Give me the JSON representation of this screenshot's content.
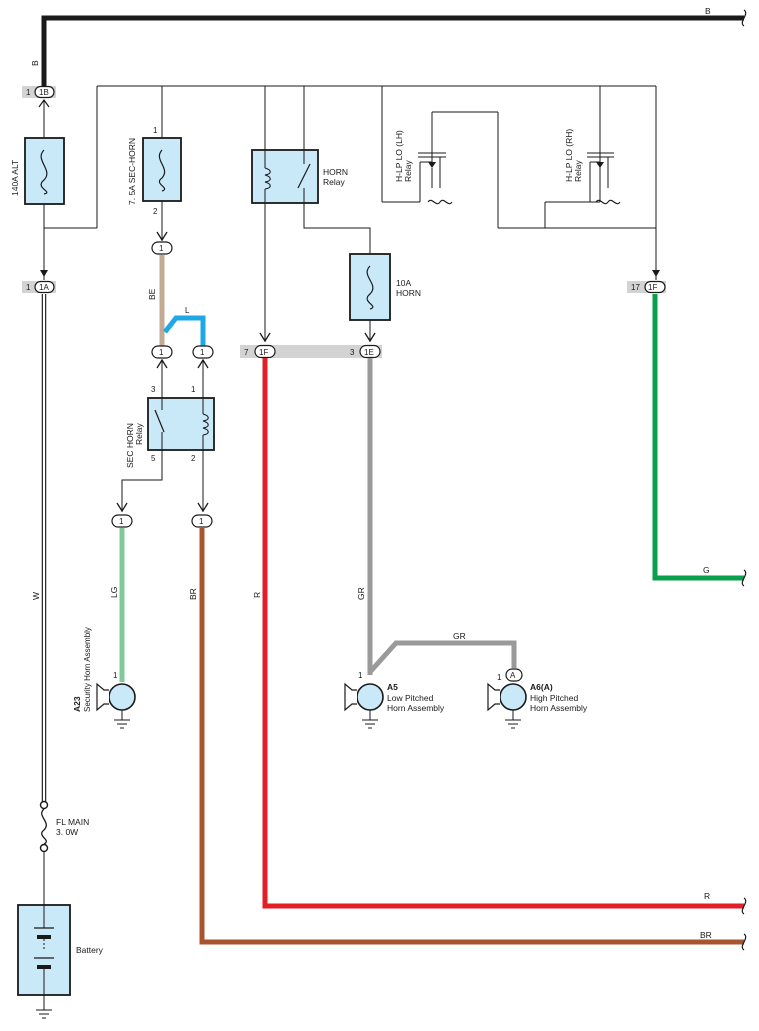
{
  "colors": {
    "black": "#1a1a1a",
    "white_wire": "#ffffff",
    "beige": "#c2ab92",
    "blue": "#1ea8e6",
    "red": "#e41e26",
    "gray": "#9a9a9a",
    "green": "#08a04b",
    "light_green": "#82c99a",
    "brown": "#a7542f",
    "component_fill": "#c9e8f8",
    "connector_bar": "#d3d3d3"
  },
  "fuses": {
    "alt": "140A ALT",
    "sec_horn": "7. 5A SEC-HORN",
    "horn": {
      "l1": "10A",
      "l2": "HORN"
    },
    "fl_main": {
      "l1": "FL MAIN",
      "l2": "3. 0W"
    }
  },
  "relays": {
    "horn": {
      "l1": "HORN",
      "l2": "Relay"
    },
    "sec_horn": {
      "l1": "SEC HORN",
      "l2": "Relay"
    },
    "hlp_lh": {
      "l1": "H-LP LO (LH)",
      "l2": "Relay"
    },
    "hlp_rh": {
      "l1": "H-LP LO (RH)",
      "l2": "Relay"
    }
  },
  "connectors": {
    "c1b": {
      "pin": "1",
      "code": "1B"
    },
    "c1a": {
      "pin": "1",
      "code": "1A"
    },
    "c1f_7": {
      "pin": "7",
      "code": "1F"
    },
    "c1e_3": {
      "pin": "3",
      "code": "1E"
    },
    "c1f_17": {
      "pin": "17",
      "code": "1F"
    }
  },
  "pins": {
    "one": "1",
    "two": "2",
    "three": "3",
    "five": "5",
    "a": "A"
  },
  "wire_labels": {
    "b": "B",
    "w": "W",
    "be": "BE",
    "l": "L",
    "lg": "LG",
    "br": "BR",
    "r": "R",
    "gr": "GR",
    "g": "G"
  },
  "horns": {
    "a23": {
      "code": "A23",
      "name": "Security Horn Assembly"
    },
    "a5": {
      "code": "A5",
      "l1": "Low Pitched",
      "l2": "Horn Assembly"
    },
    "a6": {
      "code": "A6(A)",
      "l1": "High Pitched",
      "l2": "Horn Assembly"
    }
  },
  "battery": "Battery"
}
